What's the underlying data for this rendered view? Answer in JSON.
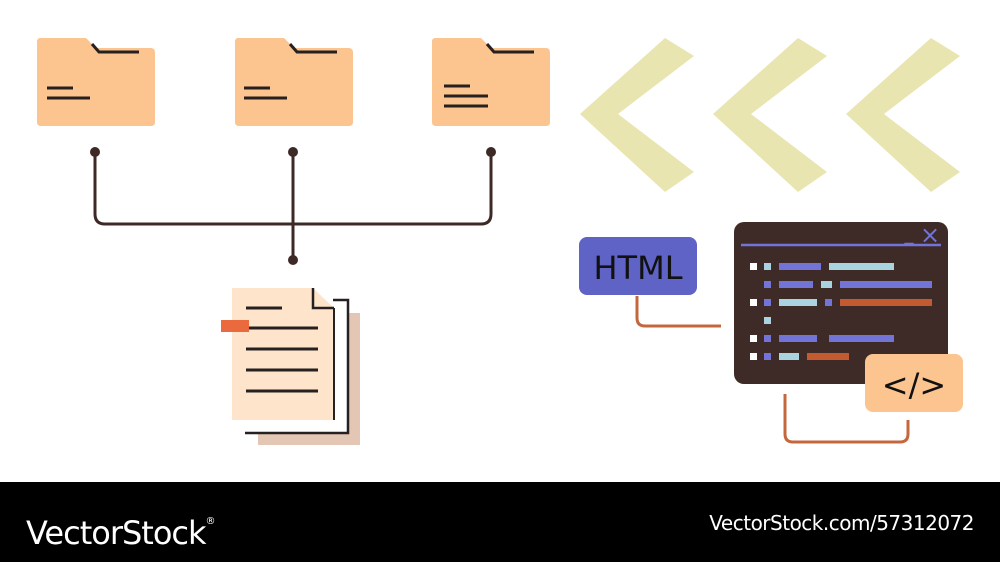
{
  "diagram": {
    "html_badge_label": "HTML",
    "code_tag_label": "</>",
    "minimize_symbol": "_",
    "close_symbol": "×"
  },
  "footer": {
    "brand": "VectorStock",
    "brand_mark": "®",
    "image_id": "VectorStock.com/57312072"
  },
  "colors": {
    "folder": "#fcc48e",
    "folder_dark": "#262020",
    "connector": "#3d2a26",
    "chevron": "#e8e5b0",
    "document": "#ffe4cc",
    "document_back": "#e3c6b3",
    "document_tab": "#ea6a3e",
    "html_badge": "#5f63c6",
    "code_window": "#3e2a27",
    "code_tag": "#fcc48e",
    "link_line": "#c5673c",
    "code_purple": "#7374d8",
    "code_light": "#a9d3df",
    "code_orange": "#c45a2f",
    "footer_bg": "#000000",
    "footer_text": "#ffffff"
  }
}
